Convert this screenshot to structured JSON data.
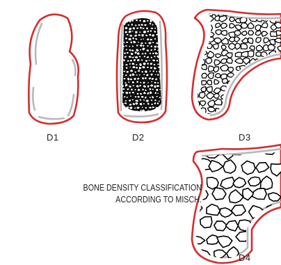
{
  "labels": {
    "d1": "D1",
    "d2": "D2",
    "d3": "D3",
    "d4": "D4"
  },
  "caption": {
    "line1": "BONE DENSITY CLASSIFICATION",
    "line2": "ACCORDING TO MISCH."
  },
  "colors": {
    "outline": "#d62b2b",
    "cortex": "#b8b8b8",
    "trabecula": "#000000"
  }
}
